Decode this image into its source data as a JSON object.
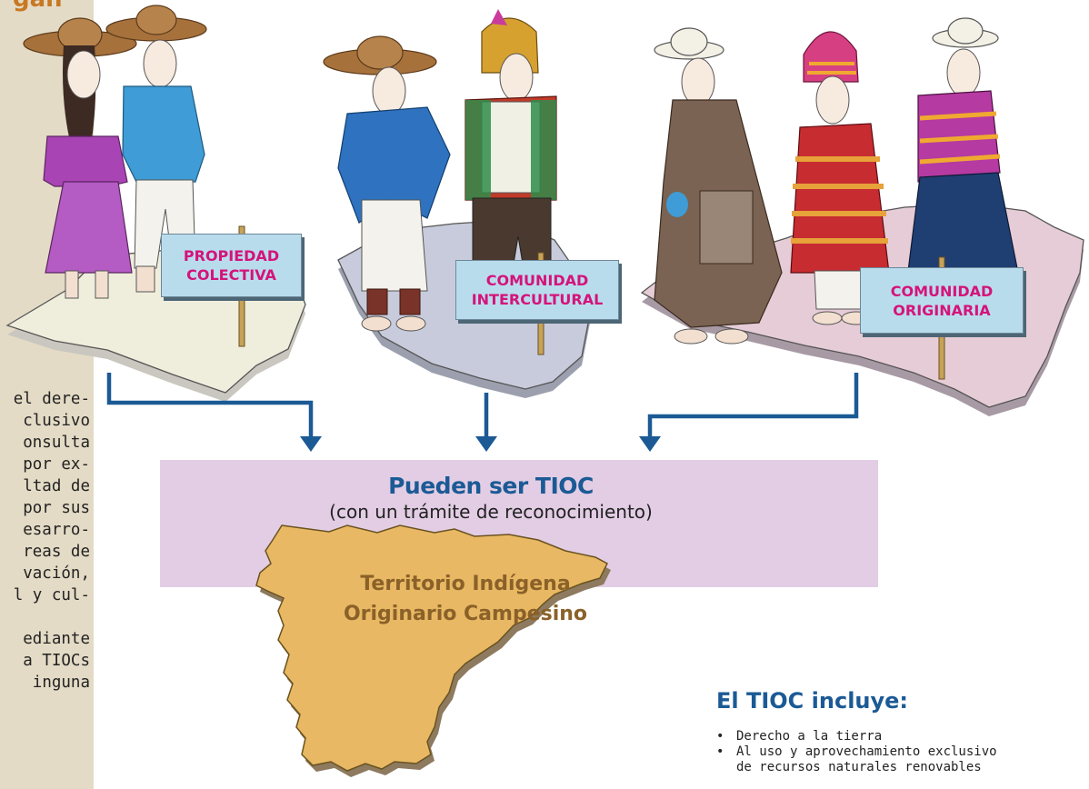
{
  "sidebar": {
    "heading": "gan",
    "lines": [
      "el dere-",
      "clusivo",
      "onsulta",
      "por ex-",
      "ltad de",
      "por sus",
      "esarro-",
      "reas de",
      "vación,",
      "l y cul-",
      "",
      "ediante",
      "a TIOCs",
      "inguna"
    ]
  },
  "signs": {
    "propiedad": [
      "PROPIEDAD",
      "COLECTIVA"
    ],
    "intercultural": [
      "COMUNIDAD",
      "INTERCULTURAL"
    ],
    "originaria": [
      "COMUNIDAD",
      "ORIGINARIA"
    ]
  },
  "tioc": {
    "title": "Pueden ser TIOC",
    "subtitle": "(con un trámite de reconocimiento)"
  },
  "territory": {
    "line1": "Territorio Indígena",
    "line2": "Originario Campesino"
  },
  "includes": {
    "title": "El TIOC incluye:",
    "items": [
      "Derecho a la tierra",
      "Al uso y aprovechamiento exclusivo",
      "de recursos naturales renovables"
    ]
  },
  "colors": {
    "sign_text": "#d5137a",
    "sign_bg": "#b9dced",
    "arrow": "#1b5a95",
    "band": "#e2cde4",
    "territory": "#e8b864",
    "accent": "#c87822"
  },
  "icons": [
    "person-straw-hat-icon",
    "person-chullo-icon",
    "person-poncho-icon",
    "down-arrow-icon"
  ]
}
